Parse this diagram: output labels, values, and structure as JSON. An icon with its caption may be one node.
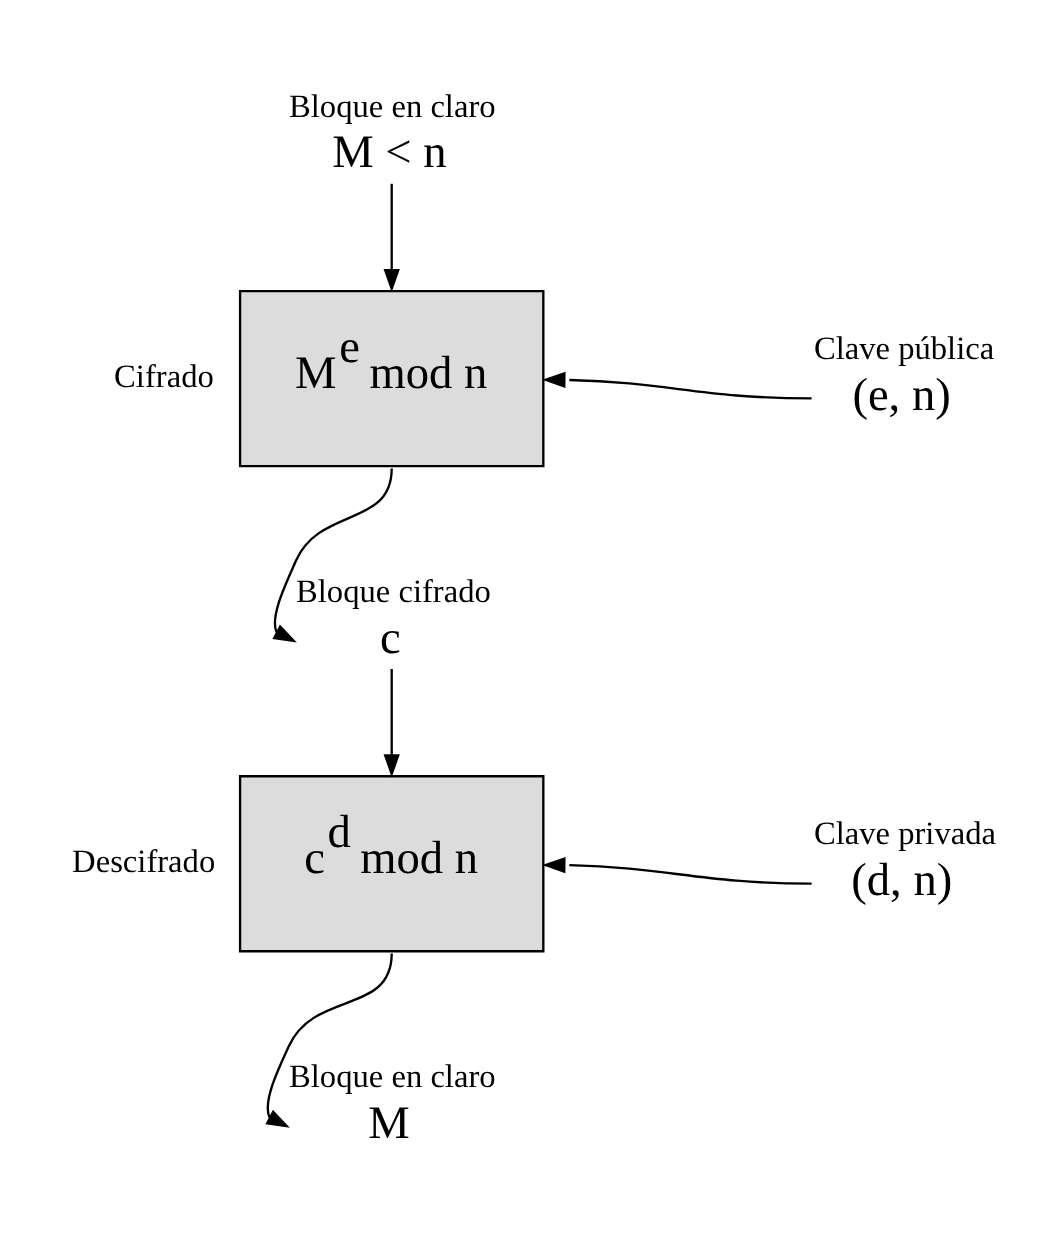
{
  "diagram": {
    "nodes": [
      {
        "text": [
          "M < n"
        ],
        "beside": [
          "Bloque en claro"
        ]
      },
      {
        "text": [
          "M$^{e}$ mod n"
        ],
        "beside": [
          "Cifrado"
        ]
      },
      {
        "text": [
          "(e, n)"
        ],
        "beside": [
          "Clave pública"
        ]
      },
      {
        "text": [
          "c"
        ],
        "beside": [
          "Bloque cifrado"
        ]
      },
      {
        "text": [
          "c$^{d}$ mod n"
        ],
        "beside": [
          "Descifrado"
        ]
      },
      {
        "text": [
          "(d, n)"
        ],
        "beside": [
          "Clave privada"
        ]
      },
      {
        "text": [
          "M"
        ],
        "beside": [
          "Bloque en claro"
        ]
      }
    ],
    "edges": [
      {
        "from": 0,
        "to": 1,
        "arrow": "to"
      },
      {
        "from": 2,
        "to": 1,
        "arrow": "to"
      },
      {
        "from": 1,
        "to": 3,
        "arrow": "to"
      },
      {
        "from": 3,
        "to": 4,
        "arrow": "to"
      },
      {
        "from": 5,
        "to": 4,
        "arrow": "to"
      },
      {
        "from": 4,
        "to": 6,
        "arrow": "to"
      }
    ]
  }
}
